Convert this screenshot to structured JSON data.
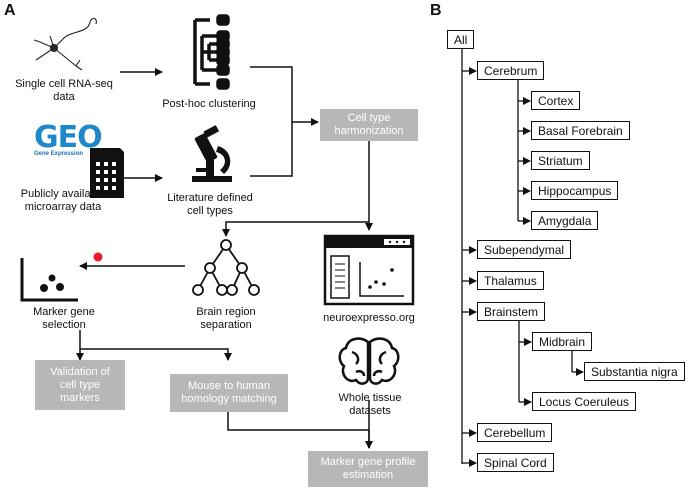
{
  "panels": {
    "a": "A",
    "b": "B"
  },
  "panel_a": {
    "scrnaseq": "Single cell RNA-seq\ndata",
    "clustering": "Post-hoc clustering",
    "geo_logo": "GEO",
    "geo_sub": "Gene Expression",
    "microarray": "Publicly available\nmicroarray data",
    "literature": "Literature defined\ncell types",
    "harmonization": "Cell type\nharmonization",
    "region_sep": "Brain region\nseparation",
    "marker_sel": "Marker gene\nselection",
    "website": "neuroexpresso.org",
    "whole_tissue": "Whole tissue\ndatasets",
    "validation": "Validation of\ncell type\nmarkers",
    "homology": "Mouse to human\nhomology matching",
    "profile_est": "Marker gene profile\nestimation"
  },
  "panel_b": {
    "nodes": [
      "All",
      "Cerebrum",
      "Cortex",
      "Basal Forebrain",
      "Striatum",
      "Hippocampus",
      "Amygdala",
      "Subependymal",
      "Thalamus",
      "Brainstem",
      "Midbrain",
      "Substantia nigra",
      "Locus Coeruleus",
      "Cerebellum",
      "Spinal Cord"
    ]
  }
}
